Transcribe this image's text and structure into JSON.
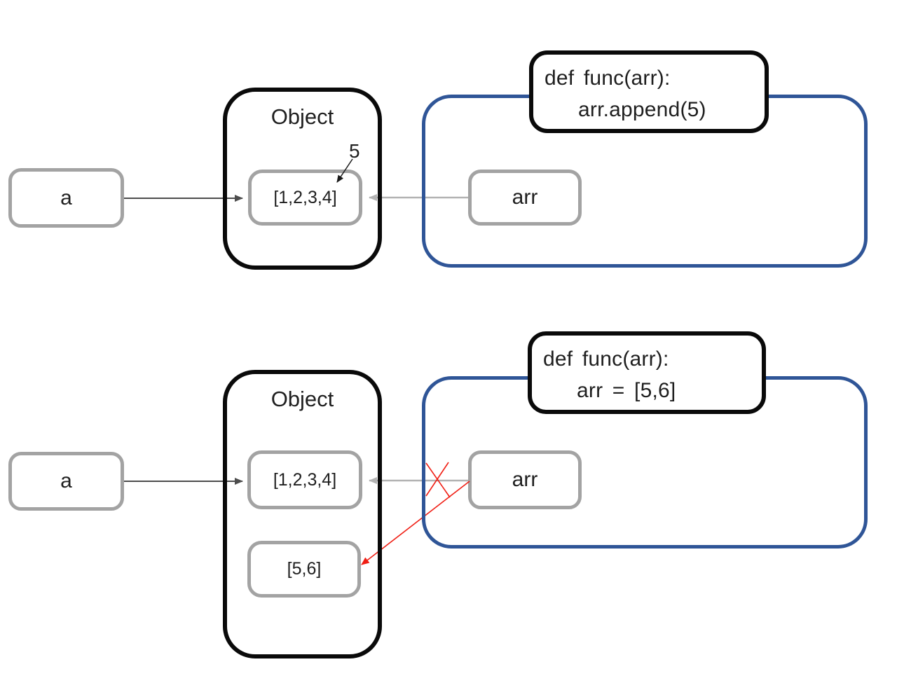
{
  "colors": {
    "background": "#FFFFFF",
    "frame_black": "#0A0A0A",
    "frame_blue": "#2F5597",
    "box_border_gray": "#A3A3A3",
    "arrow_dark": "#4D4D4D",
    "arrow_gray": "#B3B3B3",
    "arrow_red": "#F01E14",
    "text_color": "#1F1F1F"
  },
  "top_diagram": {
    "variable_label": "a",
    "object_title": "Object",
    "list_value": "[1,2,3,4]",
    "appended_value_label": "5",
    "param_label": "arr",
    "code_line1": "def func(arr):",
    "code_line2": "arr.append(5)"
  },
  "bottom_diagram": {
    "variable_label": "a",
    "object_title": "Object",
    "original_list_value": "[1,2,3,4]",
    "new_list_value": "[5,6]",
    "param_label": "arr",
    "code_line1": "def func(arr):",
    "code_line2": "arr = [5,6]"
  }
}
